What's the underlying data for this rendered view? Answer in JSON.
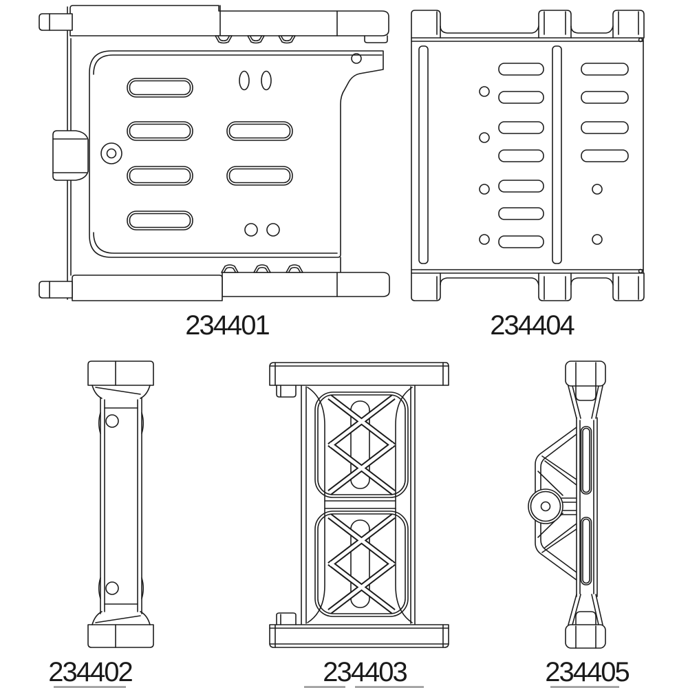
{
  "diagram": {
    "background": "#ffffff",
    "line_color": "#1c1c1c",
    "label_color": "#1a1a1a",
    "parts": [
      {
        "label": "234401"
      },
      {
        "label": "234404"
      },
      {
        "label": "234402"
      },
      {
        "label": "234403"
      },
      {
        "label": "234405"
      }
    ]
  }
}
